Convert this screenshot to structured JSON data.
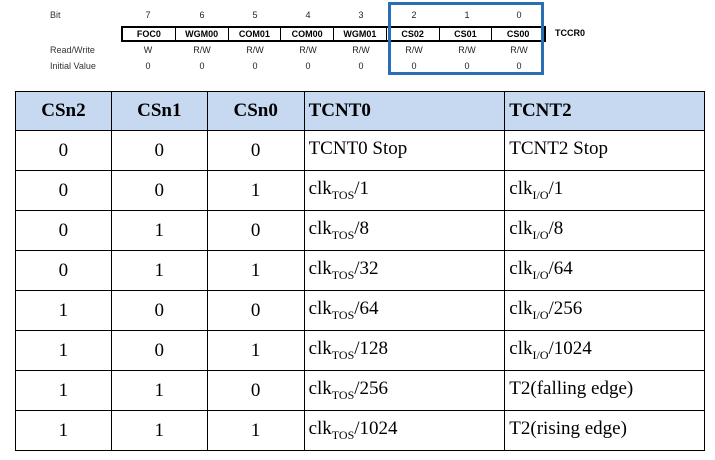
{
  "register": {
    "labels": {
      "bit": "Bit",
      "read_write": "Read/Write",
      "initial_value": "Initial Value"
    },
    "name": "TCCR0",
    "bits": [
      {
        "num": "7",
        "name": "FOC0",
        "rw": "W",
        "init": "0"
      },
      {
        "num": "6",
        "name": "WGM00",
        "rw": "R/W",
        "init": "0"
      },
      {
        "num": "5",
        "name": "COM01",
        "rw": "R/W",
        "init": "0"
      },
      {
        "num": "4",
        "name": "COM00",
        "rw": "R/W",
        "init": "0"
      },
      {
        "num": "3",
        "name": "WGM01",
        "rw": "R/W",
        "init": "0"
      },
      {
        "num": "2",
        "name": "CS02",
        "rw": "R/W",
        "init": "0"
      },
      {
        "num": "1",
        "name": "CS01",
        "rw": "R/W",
        "init": "0"
      },
      {
        "num": "0",
        "name": "CS00",
        "rw": "R/W",
        "init": "0"
      }
    ],
    "highlight_color": "#2a6fb5"
  },
  "table": {
    "header_bg": "#c6d9f1",
    "headers": [
      "CSn2",
      "CSn1",
      "CSn0",
      "TCNT0",
      "TCNT2"
    ],
    "rows": [
      {
        "c2": "0",
        "c1": "0",
        "c0": "0",
        "t0": {
          "base": "TCNT0  Stop",
          "sub": "",
          "rest": ""
        },
        "t2": {
          "base": "TCNT2  Stop",
          "sub": "",
          "rest": ""
        }
      },
      {
        "c2": "0",
        "c1": "0",
        "c0": "1",
        "t0": {
          "base": "clk",
          "sub": "TOS",
          "rest": "/1"
        },
        "t2": {
          "base": "clk",
          "sub": "I/O",
          "rest": "/1"
        }
      },
      {
        "c2": "0",
        "c1": "1",
        "c0": "0",
        "t0": {
          "base": "clk",
          "sub": "TOS",
          "rest": "/8"
        },
        "t2": {
          "base": "clk",
          "sub": "I/O",
          "rest": "/8"
        }
      },
      {
        "c2": "0",
        "c1": "1",
        "c0": "1",
        "t0": {
          "base": "clk",
          "sub": "TOS",
          "rest": "/32"
        },
        "t2": {
          "base": "clk",
          "sub": "I/O",
          "rest": "/64"
        }
      },
      {
        "c2": "1",
        "c1": "0",
        "c0": "0",
        "t0": {
          "base": "clk",
          "sub": "TOS",
          "rest": "/64"
        },
        "t2": {
          "base": "clk",
          "sub": "I/O",
          "rest": "/256"
        }
      },
      {
        "c2": "1",
        "c1": "0",
        "c0": "1",
        "t0": {
          "base": "clk",
          "sub": "TOS",
          "rest": "/128"
        },
        "t2": {
          "base": "clk",
          "sub": "I/O",
          "rest": "/1024"
        }
      },
      {
        "c2": "1",
        "c1": "1",
        "c0": "0",
        "t0": {
          "base": "clk",
          "sub": "TOS",
          "rest": "/256"
        },
        "t2": {
          "base": "T2(falling edge)",
          "sub": "",
          "rest": ""
        }
      },
      {
        "c2": "1",
        "c1": "1",
        "c0": "1",
        "t0": {
          "base": "clk",
          "sub": "TOS",
          "rest": "/1024"
        },
        "t2": {
          "base": "T2(rising edge)",
          "sub": "",
          "rest": ""
        }
      }
    ]
  }
}
